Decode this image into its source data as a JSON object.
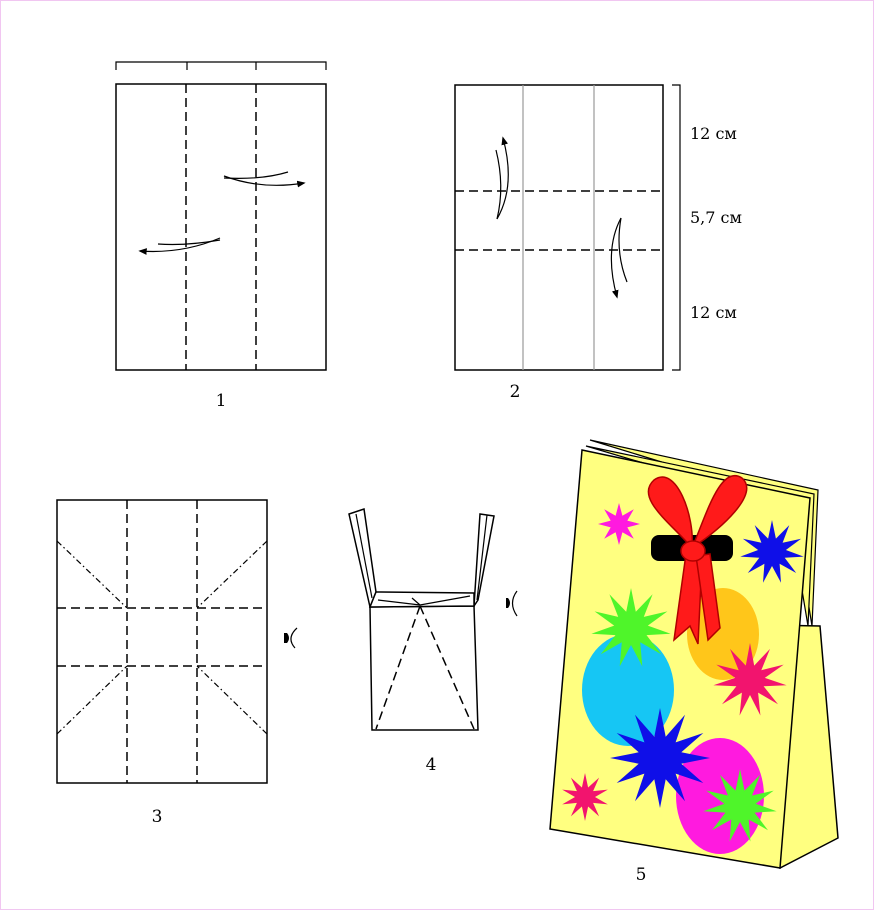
{
  "figure": {
    "step_labels": [
      "1",
      "2",
      "3",
      "4",
      "5"
    ],
    "dimensions": {
      "top": "12 см",
      "middle": "5,7 см",
      "bottom": "12 см"
    }
  },
  "bag": {
    "colors": {
      "paper": "#ffff80",
      "bow": "#ff1a1a",
      "cyan": "#16c6f4",
      "orange": "#ffc61a",
      "magenta": "#ff1adf",
      "pink": "#f2146e",
      "green": "#4ff52a",
      "blue": "#0f0fe8"
    }
  }
}
